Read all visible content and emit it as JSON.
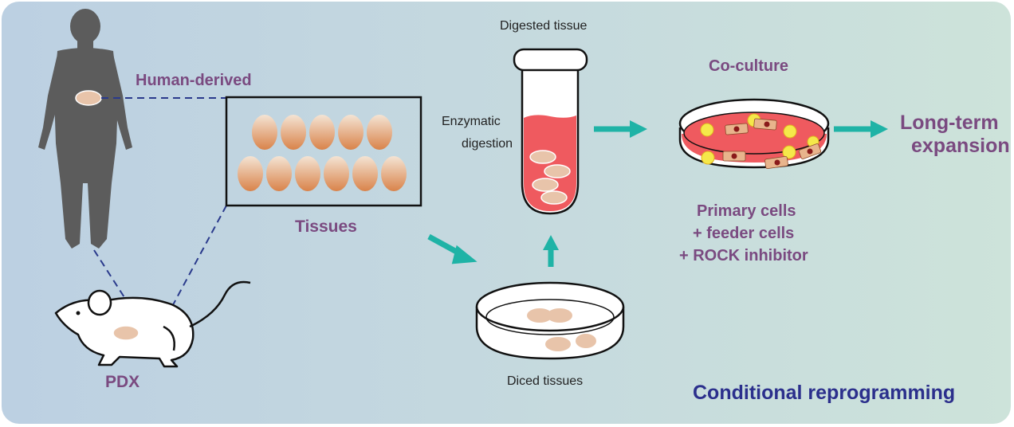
{
  "labels": {
    "human_derived": "Human-derived",
    "tissues": "Tissues",
    "pdx": "PDX",
    "digested_tissue": "Digested tissue",
    "enzymatic_digestion_line1": "Enzymatic",
    "enzymatic_digestion_line2": "digestion",
    "diced_tissues": "Diced tissues",
    "co_culture": "Co-culture",
    "long_term_line1": "Long-term",
    "long_term_line2": "expansion",
    "primary_cells": "Primary cells",
    "feeder_cells": "+ feeder cells",
    "rock_inhibitor": "+ ROCK inhibitor",
    "conditional_reprogramming": "Conditional reprogramming"
  },
  "colors": {
    "purple_text": "#7a4a80",
    "title_blue": "#2b2f8c",
    "arrow_teal": "#1fb3a6",
    "dashed_line": "#2a3a8c",
    "body_gray": "#5c5c5c",
    "tissue_orange": "#d9834a",
    "medium_red": "#ef5a5f",
    "tissue_piece": "#e8c4aa"
  }
}
